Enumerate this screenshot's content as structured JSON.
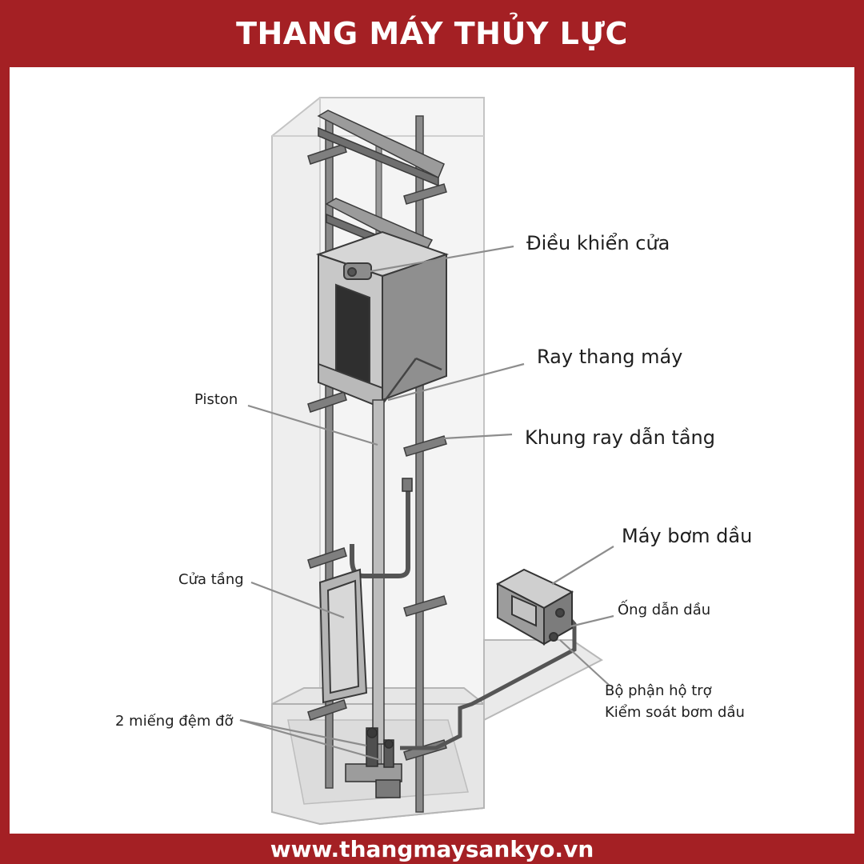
{
  "header": {
    "title": "THANG MÁY THỦY LỰC"
  },
  "footer": {
    "website": "www.thangmaysankyo.vn"
  },
  "colors": {
    "brand_red": "#a42024",
    "panel_bg": "#ffffff"
  },
  "labels": {
    "door_control": "Điều khiển cửa",
    "elevator_rail": "Ray thang máy",
    "rail_bracket": "Khung ray dẫn tầng",
    "oil_pump": "Máy bơm dầu",
    "oil_pipe": "Ống dẫn dầu",
    "support_line1": "Bộ phận hộ trợ",
    "support_line2": "Kiểm soát bơm dầu",
    "piston": "Piston",
    "landing_door": "Cửa tầng",
    "buffers": "2 miếng đệm đỡ"
  }
}
